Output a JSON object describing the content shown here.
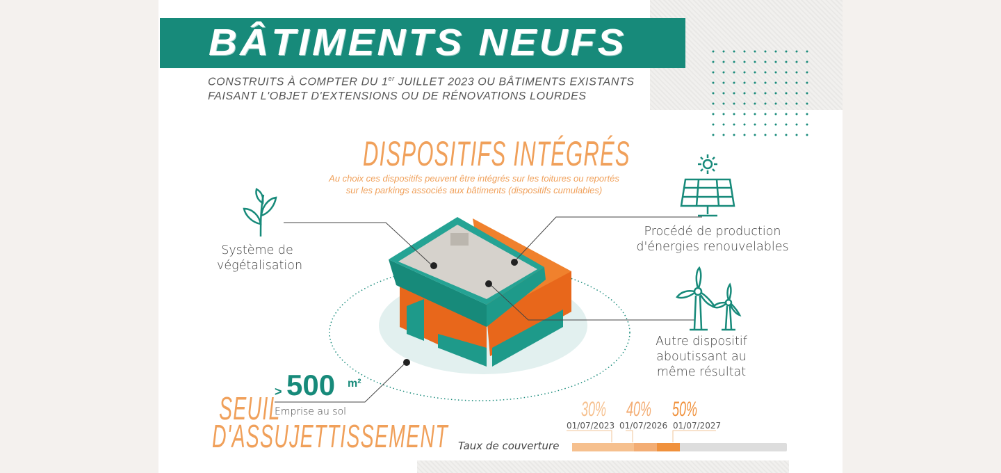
{
  "header": {
    "title": "BÂTIMENTS NEUFS",
    "subtitle_line1_pre": "CONSTRUITS À COMPTER DU 1",
    "subtitle_sup": "er",
    "subtitle_line1_post": " JUILLET 2023 OU BÂTIMENTS EXISTANTS",
    "subtitle_line2": "FAISANT L'OBJET D'EXTENSIONS OU DE RÉNOVATIONS LOURDES"
  },
  "dispositifs": {
    "title": "DISPOSITIFS INTÉGRÉS",
    "note_line1": "Au choix ces dispositifs peuvent être intégrés sur les toitures ou reportés",
    "note_line2": "sur les parkings associés aux bâtiments (dispositifs cumulables)"
  },
  "items": [
    {
      "icon": "plant-icon",
      "line1": "Système de",
      "line2": "végétalisation"
    },
    {
      "icon": "solar-panel-icon",
      "line1": "Procédé de production",
      "line2": "d'énergies renouvelables"
    },
    {
      "icon": "wind-turbine-icon",
      "line1": "Autre dispositif",
      "line2": "aboutissant au",
      "line3": "même résultat"
    }
  ],
  "seuil": {
    "prefix": ">",
    "value": "500",
    "unit": "m²",
    "caption": "Emprise au sol",
    "title_line1": "SEUIL",
    "title_line2": "D'ASSUJETTISSEMENT"
  },
  "coverage": {
    "label": "Taux de couverture",
    "steps": [
      {
        "percent": "30%",
        "date": "01/07/2023",
        "value": 30
      },
      {
        "percent": "40%",
        "date": "01/07/2026",
        "value": 40
      },
      {
        "percent": "50%",
        "date": "01/07/2027",
        "value": 50
      }
    ]
  },
  "colors": {
    "teal": "#178a7a",
    "orange": "#f0a05a",
    "bar_bg": "#dddddd"
  }
}
